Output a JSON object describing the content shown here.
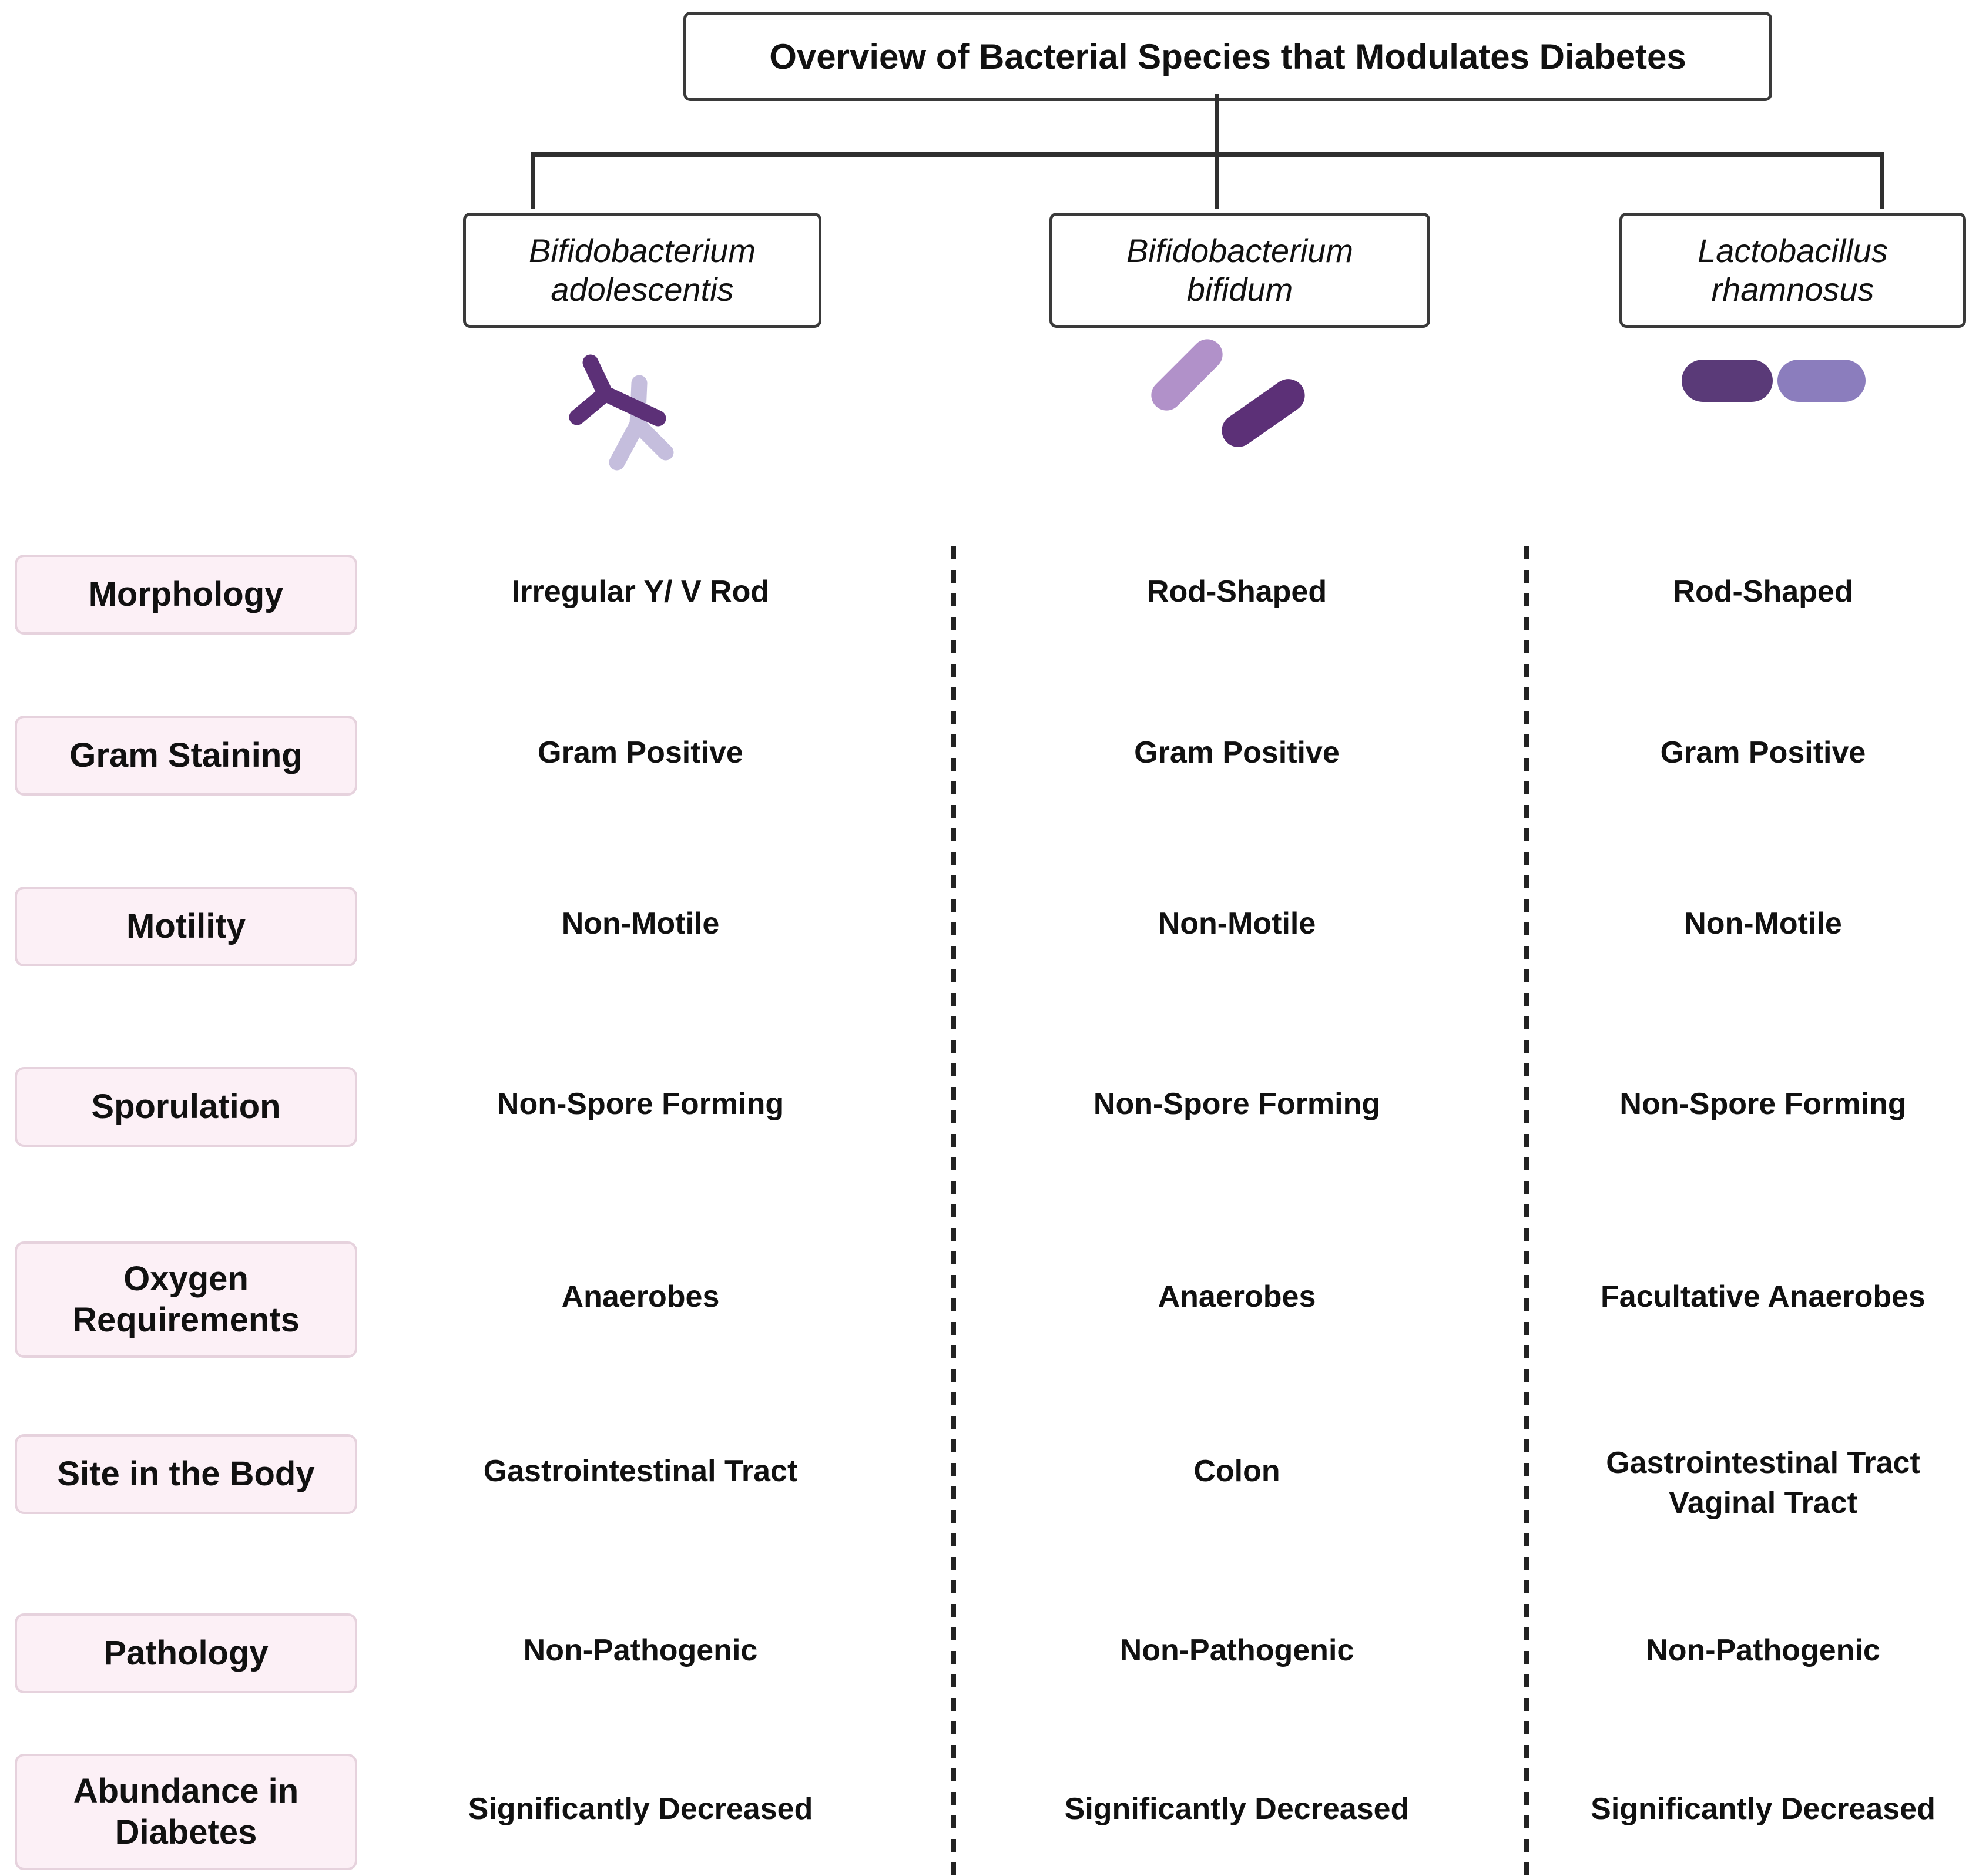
{
  "title": "Overview of Bacterial Species that Modulates Diabetes",
  "species": [
    {
      "name_line1": "Bifidobacterium",
      "name_line2": "adolescentis",
      "icon": "irregular-y-v-rod-bacteria-icon"
    },
    {
      "name_line1": "Bifidobacterium",
      "name_line2": "bifidum",
      "icon": "tilted-rod-bacteria-icon"
    },
    {
      "name_line1": "Lactobacillus",
      "name_line2": "rhamnosus",
      "icon": "horizontal-rod-bacteria-icon"
    }
  ],
  "rows": [
    {
      "label": "Morphology",
      "values": [
        "Irregular  Y/ V Rod",
        "Rod-Shaped",
        "Rod-Shaped"
      ]
    },
    {
      "label": "Gram Staining",
      "values": [
        "Gram Positive",
        "Gram Positive",
        "Gram Positive"
      ]
    },
    {
      "label": "Motility",
      "values": [
        "Non-Motile",
        "Non-Motile",
        "Non-Motile"
      ]
    },
    {
      "label": "Sporulation",
      "values": [
        "Non-Spore Forming",
        "Non-Spore Forming",
        "Non-Spore Forming"
      ]
    },
    {
      "label": "Oxygen Requirements",
      "values": [
        "Anaerobes",
        "Anaerobes",
        "Facultative Anaerobes"
      ]
    },
    {
      "label": "Site in the Body",
      "values": [
        "Gastrointestinal Tract",
        "Colon",
        "Gastrointestinal Tract\nVaginal Tract"
      ]
    },
    {
      "label": "Pathology",
      "values": [
        "Non-Pathogenic",
        "Non-Pathogenic",
        "Non-Pathogenic"
      ]
    },
    {
      "label": "Abundance in Diabetes",
      "values": [
        "Significantly Decreased",
        "Significantly Decreased",
        "Significantly Decreased"
      ]
    }
  ],
  "colors": {
    "dark_purple": "#5c3077",
    "light_purple_rod": "#b191c9",
    "pale_lavender": "#c5bedd",
    "medium_purple_rod": "#8b7dbd",
    "dark_purple_rod": "#5a3a78",
    "row_label_bg": "#fcf0f6",
    "row_label_border": "#e6d2dd",
    "line_color": "#2f2f2f"
  }
}
